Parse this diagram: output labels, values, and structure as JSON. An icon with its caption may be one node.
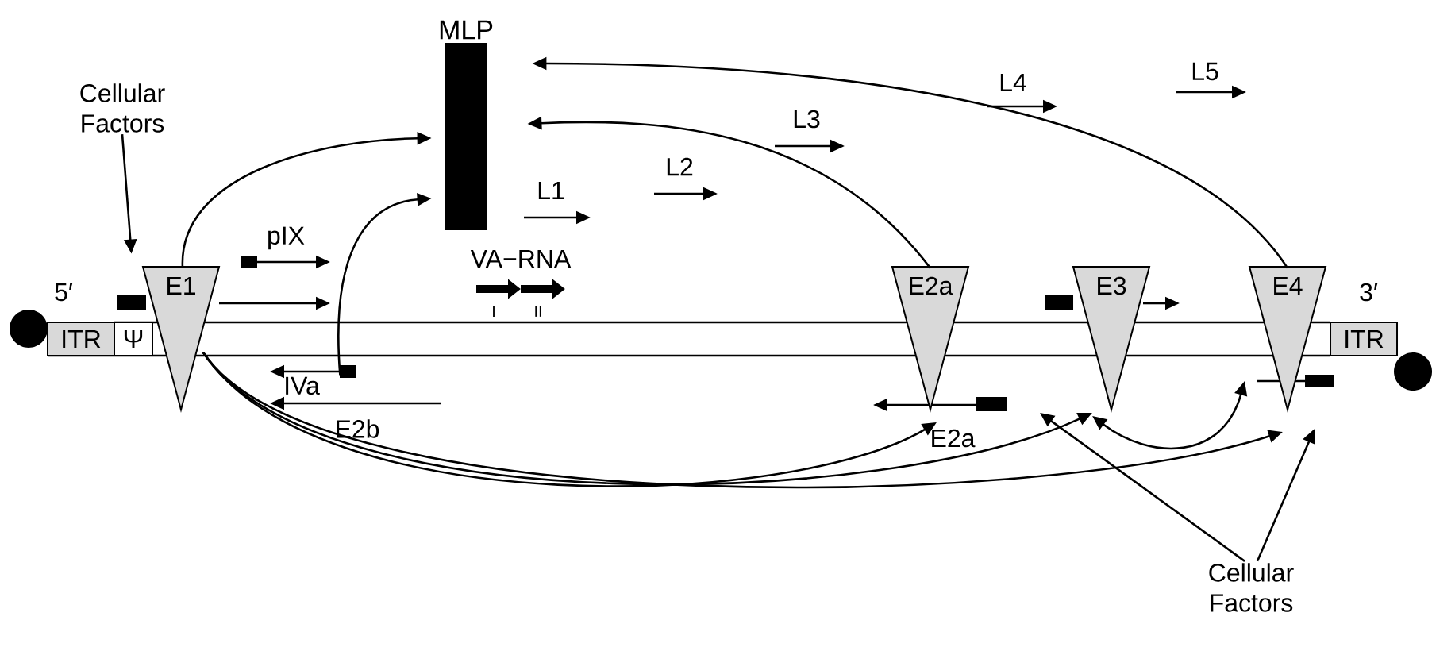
{
  "diagram": {
    "nodes": [
      {
        "text": [
          "MLP"
        ]
      },
      {
        "text": [
          "Cellular Factors"
        ]
      },
      {
        "text": [
          "E1"
        ]
      },
      {
        "text": [
          "ITR"
        ]
      },
      {
        "text": [
          "Ψ"
        ]
      },
      {
        "text": [
          "IVa"
        ]
      },
      {
        "text": [
          "E2a"
        ]
      },
      {
        "text": [
          "E3"
        ]
      },
      {
        "text": [
          "E4"
        ]
      },
      {
        "text": [
          "ITR"
        ]
      },
      {
        "text": [
          "Cellular Factors"
        ]
      }
    ],
    "edges": [
      {
        "from": 1,
        "to": 2,
        "arrow": "to"
      },
      {
        "from": 2,
        "to": 0,
        "arrow": "to"
      },
      {
        "from": 5,
        "to": 0,
        "arrow": "to"
      },
      {
        "from": 6,
        "to": 0,
        "arrow": "to"
      },
      {
        "from": 8,
        "to": 0,
        "arrow": "to"
      },
      {
        "from": 2,
        "to": 6,
        "arrow": "to"
      },
      {
        "from": 2,
        "to": 7,
        "arrow": "to"
      },
      {
        "from": 2,
        "to": 8,
        "arrow": "to"
      },
      {
        "from": 7,
        "to": 8,
        "arrow": "both"
      },
      {
        "from": 10,
        "to": 7,
        "arrow": "to"
      },
      {
        "from": 10,
        "to": 8,
        "arrow": "to"
      }
    ],
    "labels": [
      "L5",
      "L4",
      "L3",
      "L2",
      "L1",
      "pIX",
      "VA−RNA",
      "5′",
      "3′",
      "I",
      "II",
      "E2b",
      "E2a"
    ]
  }
}
